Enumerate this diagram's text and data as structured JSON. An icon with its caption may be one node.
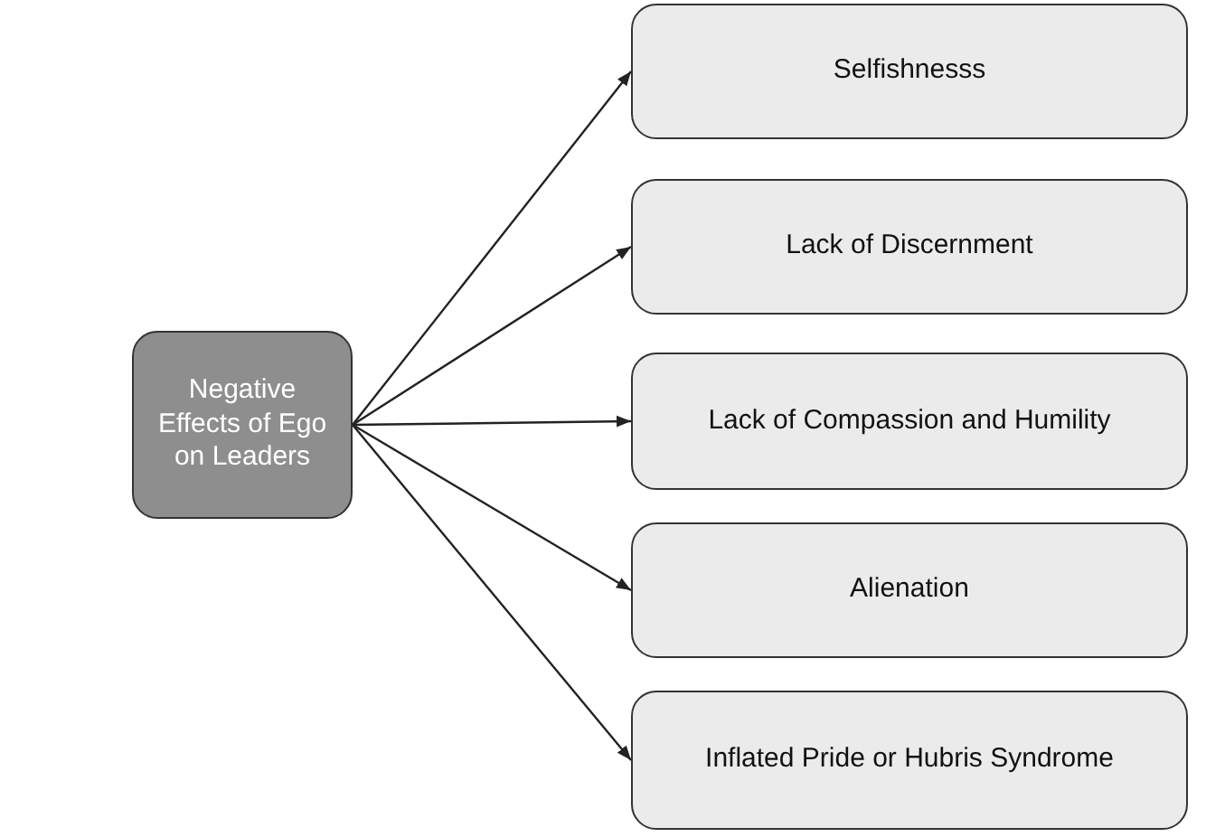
{
  "diagram": {
    "nodes": [
      {
        "text": [
          "Negative Effects of Ego on Leaders"
        ]
      },
      {
        "text": [
          "Selfishnesss"
        ]
      },
      {
        "text": [
          "Lack of Discernment"
        ]
      },
      {
        "text": [
          "Lack of Compassion and Humility"
        ]
      },
      {
        "text": [
          "Alienation"
        ]
      },
      {
        "text": [
          "Inflated Pride or Hubris Syndrome"
        ]
      }
    ],
    "edges": [
      {
        "from": 0,
        "to": 1,
        "arrow": "to"
      },
      {
        "from": 0,
        "to": 2,
        "arrow": "to"
      },
      {
        "from": 0,
        "to": 3,
        "arrow": "to"
      },
      {
        "from": 0,
        "to": 4,
        "arrow": "to"
      },
      {
        "from": 0,
        "to": 5,
        "arrow": "to"
      }
    ]
  }
}
